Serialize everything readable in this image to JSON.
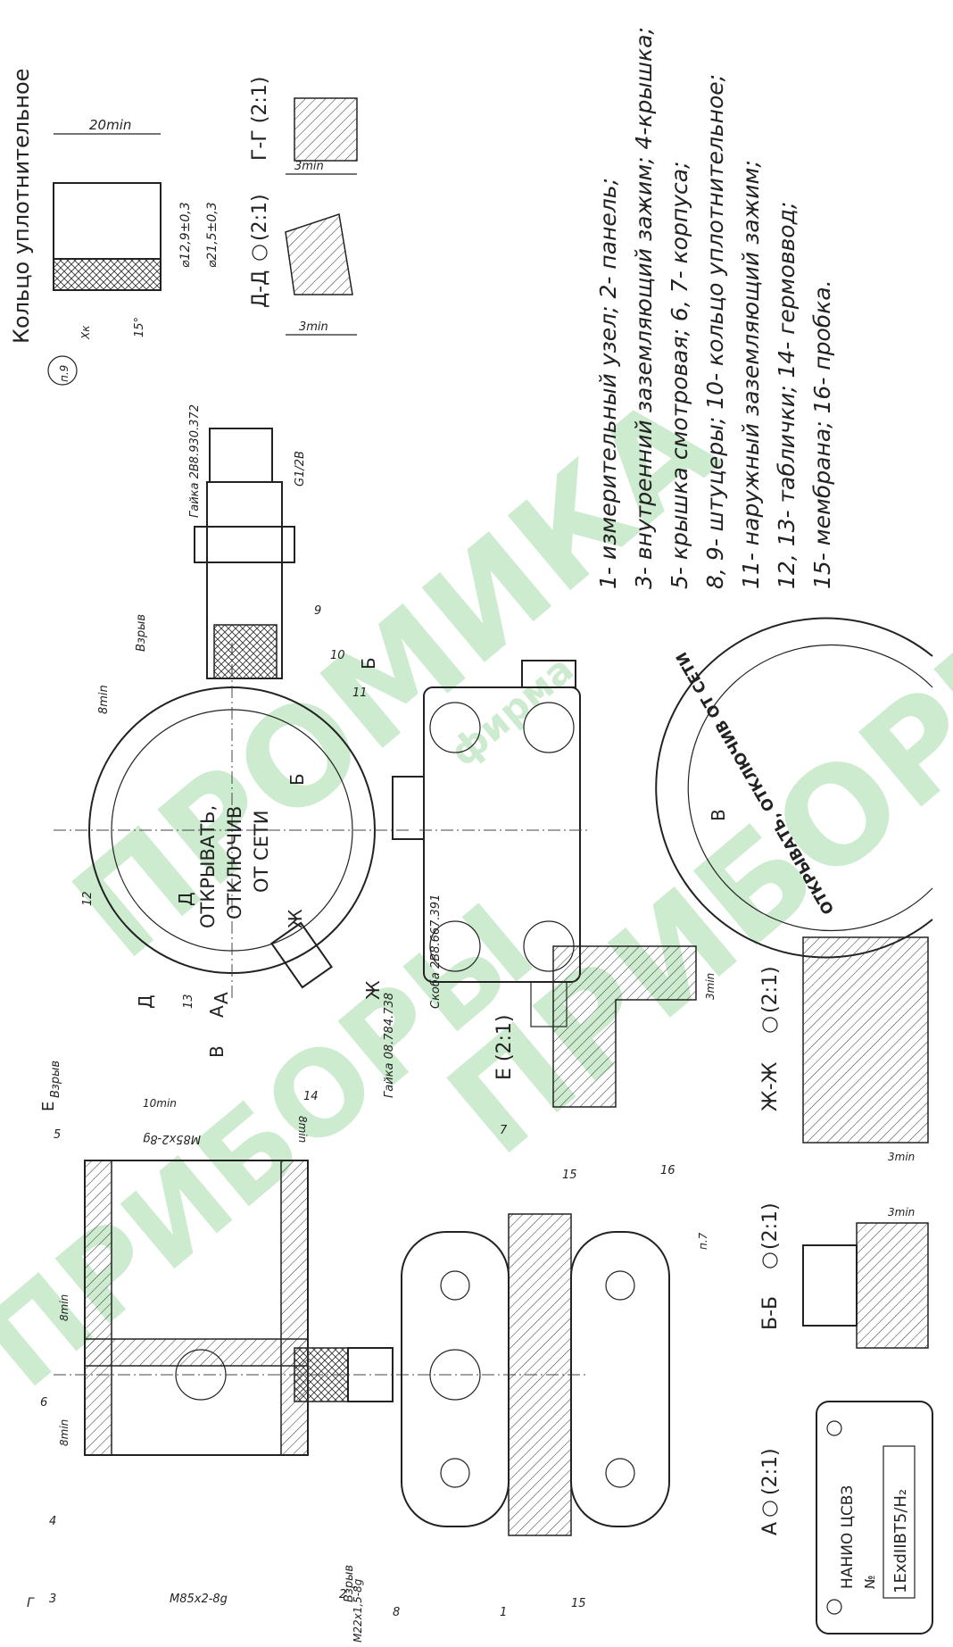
{
  "titles": {
    "ring": "Кольцо уплотнительное",
    "section_gg": "Г-Г (2:1)",
    "section_dd": "Д-Д",
    "section_dd_scale": "(2:1)",
    "section_e": "Е (2:1)",
    "section_zhzh": "Ж-Ж",
    "section_zhzh_scale": "(2:1)",
    "section_bb": "Б-Б",
    "section_bb_scale": "(2:1)",
    "section_a": "А",
    "section_a_scale": "(2:1)"
  },
  "dims": {
    "ring_len": "20min",
    "ring_d1": "⌀12,9±0,3",
    "ring_d2": "⌀21,5±0,3",
    "angle": "15°",
    "ref_p9": "п.9",
    "xk": "Хк",
    "gg_3min": "3min",
    "dd_3min": "3min",
    "nut": "Гайка 2В8.930.372",
    "thread_g": "G1/2B",
    "vzryv": "Взрыв",
    "min8": "8min",
    "bracket": "Скоба 2В8.667.391",
    "nut2": "Гайка 08.784.738",
    "m85a": "M85x2-8g",
    "m85b": "M85x2-8g",
    "m22": "M22x1,5-8g",
    "min10": "10min",
    "min8b": "8min",
    "min8c": "8min",
    "min8d": "8min",
    "e_3min": "3min",
    "zh_3min": "3min",
    "bb_3min": "3min",
    "p7": "п.7",
    "vzryv2": "Взрыв",
    "vzryv3": "Взрыв"
  },
  "legend": [
    "1- измерительный узел; 2- панель;",
    "3- внутренний заземляющий зажим; 4-крышка;",
    "5- крышка смотровая; 6, 7- корпуса;",
    "8, 9- штуцеры; 10- кольцо уплотнительное;",
    "11- наружный заземляющий зажим;",
    "12, 13- таблички; 14- гермоввод;",
    "15- мембрана; 16- пробка."
  ],
  "cover_text": [
    "ОТКРЫВАТЬ,",
    "ОТКЛЮЧИВ",
    "ОТ СЕТИ"
  ],
  "ring_plate_text": "ОТКРЫВАТЬ, ОТКЛЮЧИВ ОТ СЕТИ",
  "plate": {
    "line1": "НАНИО ЦСВЗ",
    "no": "№",
    "line2": "1ExdIIBT5/H₂"
  },
  "letters": {
    "B_top": "Б",
    "B_arrow": "Б",
    "V": "В",
    "V2": "В",
    "A1": "А",
    "A2": "А",
    "D1": "Д",
    "D2": "Д",
    "ZH1": "Ж",
    "ZH2": "Ж",
    "E_mark": "Е",
    "G_mark": "Г"
  },
  "parts": {
    "p1": "1",
    "p2": "2",
    "p3": "3",
    "p4": "4",
    "p5": "5",
    "p6": "6",
    "p7": "7",
    "p8": "8",
    "p9": "9",
    "p10": "10",
    "p11": "11",
    "p12": "12",
    "p13": "13",
    "p14": "14",
    "p15a": "15",
    "p15b": "15",
    "p16": "16"
  },
  "watermark": [
    "ПРОМИКА",
    "фирма",
    "ПРИБОРЫ"
  ]
}
